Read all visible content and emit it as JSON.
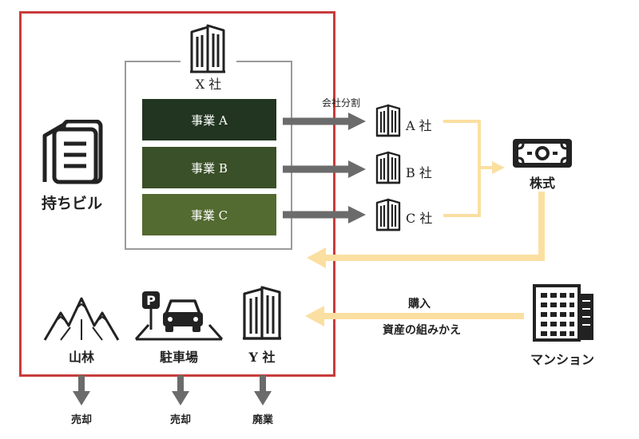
{
  "diagram": {
    "x_company_label": "X 社",
    "businesses": [
      "事業 A",
      "事業 B",
      "事業 C"
    ],
    "spinoff_label": "会社分割",
    "companies": [
      "A 社",
      "B 社",
      "C 社"
    ],
    "stock_label": "株式",
    "own_building_label": "持ちビル",
    "purchase_label": "購入",
    "rebalance_label": "資産の組みかえ",
    "condo_label": "マンション",
    "assets": [
      "山林",
      "駐車場",
      "Y 社"
    ],
    "outcomes": [
      "売却",
      "売却",
      "廃業"
    ],
    "parking_letter": "P",
    "colors": {
      "frame": "#c83c3c",
      "x_box": "#9a9a9a",
      "business_a": "#223521",
      "business_b": "#3a5028",
      "business_c": "#536a30",
      "arrow_gray": "#6b6b6b",
      "arrow_cream": "#fbdfa1"
    },
    "icons": [
      "office-building-icon",
      "building-pair-icon",
      "money-bill-icon",
      "apartment-icon",
      "mountain-icon",
      "parking-car-icon"
    ]
  }
}
